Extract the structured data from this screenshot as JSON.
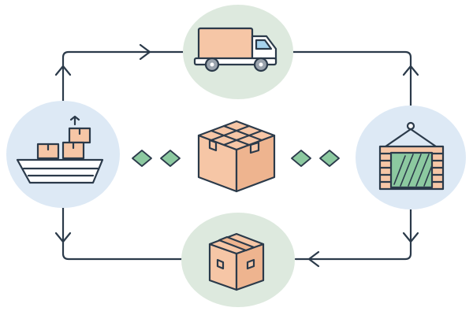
{
  "diagram": {
    "nodes": [
      {
        "id": "truck",
        "icon": "delivery-truck-icon"
      },
      {
        "id": "ship",
        "icon": "cargo-ship-icon"
      },
      {
        "id": "center-box",
        "icon": "stacked-boxes-icon"
      },
      {
        "id": "container",
        "icon": "shipping-container-icon"
      },
      {
        "id": "package",
        "icon": "package-box-icon"
      }
    ],
    "flow": [
      "ship",
      "truck",
      "container",
      "package",
      "ship"
    ],
    "connectors": [
      "diamond-connector-left",
      "diamond-connector-right"
    ]
  },
  "colors": {
    "outline": "#2b3a4a",
    "circle_blue": "#dde9f5",
    "circle_green": "#dde9de",
    "box_fill": "#f6c6a6",
    "box_fill_dark": "#eeb48f",
    "truck_cab": "#ffffff",
    "truck_window": "#a7d3ee",
    "diamond": "#8cc9a0",
    "container_wood": "#f6c6a6",
    "container_door": "#8cc9a0",
    "ship_hull": "#ffffff",
    "wheel": "#9aa3ad"
  }
}
